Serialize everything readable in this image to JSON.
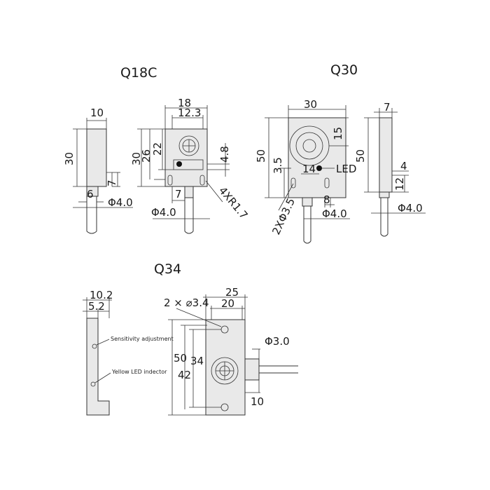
{
  "q18c": {
    "title": "Q18C",
    "side": {
      "d1": "10",
      "d2": "30",
      "d3": "7",
      "d4": "6",
      "d5": "Φ4.0"
    },
    "front": {
      "d1": "18",
      "d2": "12.3",
      "d3": "30",
      "d4": "26",
      "d5": "22",
      "d6": "4.8",
      "d7": "7",
      "d8": "4XR1.7",
      "d9": "Φ4.0"
    }
  },
  "q30": {
    "title": "Q30",
    "front": {
      "d1": "30",
      "d2": "15",
      "d3": "50",
      "d4": "3.5",
      "d5": "14",
      "d6": "LED",
      "d7": "2XΦ3.5",
      "d8": "8",
      "d9": "Φ4.0"
    },
    "side": {
      "d1": "7",
      "d2": "50",
      "d3": "4",
      "d4": "12",
      "d5": "Φ4.0"
    }
  },
  "q34": {
    "title": "Q34",
    "side": {
      "d1": "10.2",
      "d2": "5.2",
      "l1": "Sensitivity adjustment",
      "l2": "Yellow LED indector"
    },
    "front": {
      "d1": "25",
      "d2": "2 × ⌀3.4",
      "d3": "20",
      "d4": "50",
      "d5": "34",
      "d6": "42",
      "d7": "Φ3.0",
      "d8": "10"
    }
  },
  "colors": {
    "body": "#e9e9e9",
    "line": "#333333",
    "led": "#111111"
  }
}
